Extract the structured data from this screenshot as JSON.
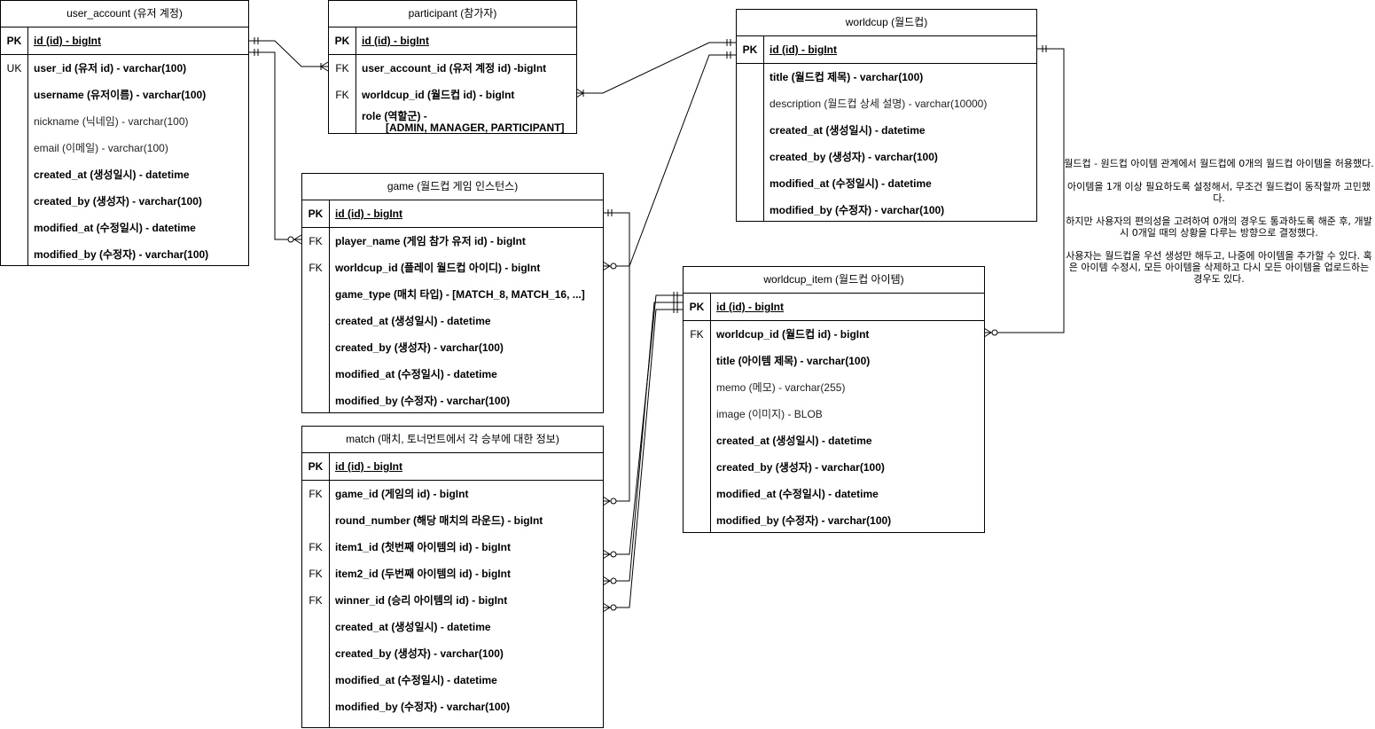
{
  "entities": {
    "user_account": {
      "title": "user_account (유저 계정)",
      "pk": {
        "key": "PK",
        "text": "id (id) - bigInt"
      },
      "rows": [
        {
          "key": "UK",
          "text": "user_id (유저 id) - varchar(100)"
        },
        {
          "key": "",
          "text": "username (유저이름) - varchar(100)"
        },
        {
          "key": "",
          "text": "nickname (닉네임) - varchar(100)"
        },
        {
          "key": "",
          "text": "email (이메일) - varchar(100)"
        },
        {
          "key": "",
          "text": "created_at (생성일시) - datetime"
        },
        {
          "key": "",
          "text": "created_by (생성자) - varchar(100)"
        },
        {
          "key": "",
          "text": "modified_at (수정일시) - datetime"
        },
        {
          "key": "",
          "text": "modified_by (수정자) - varchar(100)"
        }
      ]
    },
    "participant": {
      "title": "participant (참가자)",
      "pk": {
        "key": "PK",
        "text": "id (id) - bigInt"
      },
      "rows": [
        {
          "key": "FK",
          "text": "user_account_id (유저 계정 id) -bigInt"
        },
        {
          "key": "FK",
          "text": "worldcup_id (월드컵 id) - bigInt"
        },
        {
          "key": "",
          "text": "role (역할군) -",
          "text2": "[ADMIN, MANAGER, PARTICIPANT]"
        }
      ]
    },
    "worldcup": {
      "title": "worldcup (월드컵)",
      "pk": {
        "key": "PK",
        "text": "id (id) - bigInt"
      },
      "rows": [
        {
          "key": "",
          "text": "title (월드컵 제목) - varchar(100)"
        },
        {
          "key": "",
          "text": "description (월드컵 상세 설명) - varchar(10000)"
        },
        {
          "key": "",
          "text": "created_at (생성일시) - datetime"
        },
        {
          "key": "",
          "text": "created_by (생성자) - varchar(100)"
        },
        {
          "key": "",
          "text": "modified_at (수정일시) - datetime"
        },
        {
          "key": "",
          "text": "modified_by (수정자) - varchar(100)"
        }
      ]
    },
    "game": {
      "title": "game (월드컵 게임 인스턴스)",
      "pk": {
        "key": "PK",
        "text": "id (id) - bigInt"
      },
      "rows": [
        {
          "key": "FK",
          "text": "player_name (게임 참가 유저 id) - bigInt"
        },
        {
          "key": "FK",
          "text": "worldcup_id (플레이 월드컵 아이디) - bigInt"
        },
        {
          "key": "",
          "text": "game_type (매치 타입) - [MATCH_8, MATCH_16, ...]"
        },
        {
          "key": "",
          "text": "created_at (생성일시) - datetime"
        },
        {
          "key": "",
          "text": "created_by (생성자) - varchar(100)"
        },
        {
          "key": "",
          "text": "modified_at (수정일시) - datetime"
        },
        {
          "key": "",
          "text": "modified_by (수정자) - varchar(100)"
        }
      ]
    },
    "worldcup_item": {
      "title": "worldcup_item (월드컵 아이템)",
      "pk": {
        "key": "PK",
        "text": "id (id) - bigInt"
      },
      "rows": [
        {
          "key": "FK",
          "text": "worldcup_id (월드컵 id) - bigInt"
        },
        {
          "key": "",
          "text": "title (아이템 제목) - varchar(100)"
        },
        {
          "key": "",
          "text": "memo (메모) - varchar(255)"
        },
        {
          "key": "",
          "text": "image (이미지) - BLOB"
        },
        {
          "key": "",
          "text": "created_at (생성일시) - datetime"
        },
        {
          "key": "",
          "text": "created_by (생성자) - varchar(100)"
        },
        {
          "key": "",
          "text": "modified_at (수정일시) - datetime"
        },
        {
          "key": "",
          "text": "modified_by (수정자) - varchar(100)"
        }
      ]
    },
    "match": {
      "title": "match (매치, 토너먼트에서 각 승부에 대한 정보)",
      "pk": {
        "key": "PK",
        "text": "id (id) - bigInt"
      },
      "rows": [
        {
          "key": "FK",
          "text": "game_id (게임의 id) - bigInt"
        },
        {
          "key": "",
          "text": "round_number (해당 매치의 라운드) - bigInt"
        },
        {
          "key": "FK",
          "text": "item1_id (첫번째 아이템의 id) - bigInt"
        },
        {
          "key": "FK",
          "text": "item2_id (두번째 아이템의 id) - bigInt"
        },
        {
          "key": "FK",
          "text": "winner_id (승리 아이템의 id) - bigInt"
        },
        {
          "key": "",
          "text": "created_at (생성일시) - datetime"
        },
        {
          "key": "",
          "text": "created_by (생성자) - varchar(100)"
        },
        {
          "key": "",
          "text": "modified_at (수정일시) - datetime"
        },
        {
          "key": "",
          "text": "modified_by (수정자) - varchar(100)"
        }
      ]
    }
  },
  "note": {
    "p1": "월드컵 - 원드컵 아이템 관계에서 월드컵에 0개의 월드컵 아이템을 허용했다.",
    "p2": "아이템을 1개 이상 필요하도록 설정해서, 무조건 월드컵이 동작할까 고민했다.",
    "p3": "하지만 사용자의 편의성을 고려하여 0개의 경우도 통과하도록 해준 후, 개발 시 0개일 때의 상황을 다루는 방향으로 결정했다.",
    "p4": "사용자는 월드컵을 우선 생성만 해두고, 나중에 아이템을 추가할 수 있다. 혹은 아이템 수정시, 모든 아이템을 삭제하고 다시 모든 아이템을 업로드하는 경우도 있다."
  }
}
